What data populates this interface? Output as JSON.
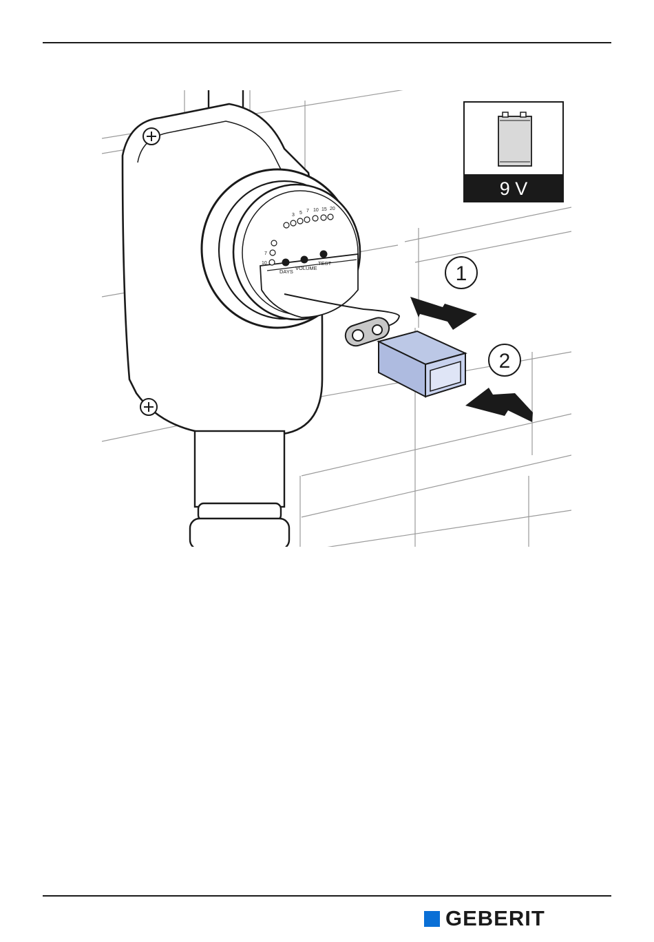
{
  "figure": {
    "battery_label": "9 V",
    "step_one": "1",
    "step_two": "2",
    "scale_labels": [
      "3",
      "5",
      "7",
      "10",
      "15",
      "20"
    ],
    "side_labels": [
      "7",
      "10"
    ],
    "button_labels": {
      "days": "DAYS",
      "volume": "VOLUME",
      "test": "TEST"
    }
  },
  "brand": {
    "name": "GEBERIT",
    "color": "#0a6fd6"
  }
}
